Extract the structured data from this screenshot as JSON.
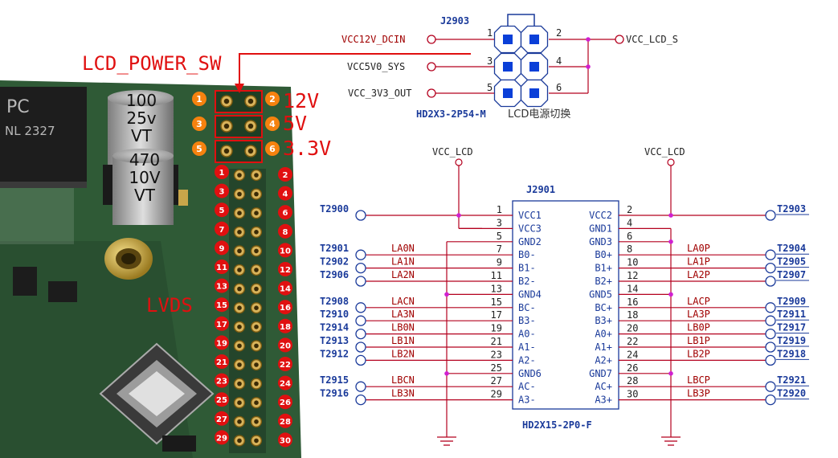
{
  "photo": {
    "power_sw_label": "LCD_POWER_SW",
    "lvds_label": "LVDS",
    "voltages": [
      "12V",
      "5V",
      "3.3V"
    ],
    "power_pins": [
      "1",
      "2",
      "3",
      "4",
      "5",
      "6"
    ],
    "cap1_text": [
      "100",
      "25v",
      "VT"
    ],
    "cap2_text": [
      "470",
      "10V",
      "VT"
    ],
    "chip_text": [
      "PC",
      "NL 2327"
    ],
    "lvds_left_pins": [
      "1",
      "3",
      "5",
      "7",
      "9",
      "11",
      "13",
      "15",
      "17",
      "19",
      "21",
      "23",
      "25",
      "27",
      "29"
    ],
    "lvds_right_pins": [
      "2",
      "4",
      "6",
      "8",
      "10",
      "12",
      "14",
      "16",
      "18",
      "20",
      "22",
      "24",
      "26",
      "28",
      "30"
    ]
  },
  "j2903": {
    "ref": "J2903",
    "part": "HD2X3-2P54-M",
    "desc": "LCD电源切换",
    "left_nets": [
      "VCC12V_DCIN",
      "VCC5V0_SYS",
      "VCC_3V3_OUT"
    ],
    "left_pins": [
      "1",
      "3",
      "5"
    ],
    "right_pins": [
      "2",
      "4",
      "6"
    ],
    "right_net": "VCC_LCD_S"
  },
  "j2901": {
    "ref": "J2901",
    "part": "HD2X15-2P0-F",
    "vcc_left": "VCC_LCD",
    "vcc_right": "VCC_LCD",
    "rows": [
      {
        "lp": "1",
        "ln": "VCC1",
        "rn": "VCC2",
        "rp": "2",
        "lnet": "",
        "ltp": "T2900",
        "rnet": "",
        "rtp": "T2903"
      },
      {
        "lp": "3",
        "ln": "VCC3",
        "rn": "GND1",
        "rp": "4",
        "lnet": "",
        "ltp": "",
        "rnet": "",
        "rtp": ""
      },
      {
        "lp": "5",
        "ln": "GND2",
        "rn": "GND3",
        "rp": "6",
        "lnet": "",
        "ltp": "",
        "rnet": "",
        "rtp": ""
      },
      {
        "lp": "7",
        "ln": "B0-",
        "rn": "B0+",
        "rp": "8",
        "lnet": "LA0N",
        "ltp": "T2901",
        "rnet": "LA0P",
        "rtp": "T2904"
      },
      {
        "lp": "9",
        "ln": "B1-",
        "rn": "B1+",
        "rp": "10",
        "lnet": "LA1N",
        "ltp": "T2902",
        "rnet": "LA1P",
        "rtp": "T2905"
      },
      {
        "lp": "11",
        "ln": "B2-",
        "rn": "B2+",
        "rp": "12",
        "lnet": "LA2N",
        "ltp": "T2906",
        "rnet": "LA2P",
        "rtp": "T2907"
      },
      {
        "lp": "13",
        "ln": "GND4",
        "rn": "GND5",
        "rp": "14",
        "lnet": "",
        "ltp": "",
        "rnet": "",
        "rtp": ""
      },
      {
        "lp": "15",
        "ln": "BC-",
        "rn": "BC+",
        "rp": "16",
        "lnet": "LACN",
        "ltp": "T2908",
        "rnet": "LACP",
        "rtp": "T2909"
      },
      {
        "lp": "17",
        "ln": "B3-",
        "rn": "B3+",
        "rp": "18",
        "lnet": "LA3N",
        "ltp": "T2910",
        "rnet": "LA3P",
        "rtp": "T2911"
      },
      {
        "lp": "19",
        "ln": "A0-",
        "rn": "A0+",
        "rp": "20",
        "lnet": "LB0N",
        "ltp": "T2914",
        "rnet": "LB0P",
        "rtp": "T2917"
      },
      {
        "lp": "21",
        "ln": "A1-",
        "rn": "A1+",
        "rp": "22",
        "lnet": "LB1N",
        "ltp": "T2913",
        "rnet": "LB1P",
        "rtp": "T2919"
      },
      {
        "lp": "23",
        "ln": "A2-",
        "rn": "A2+",
        "rp": "24",
        "lnet": "LB2N",
        "ltp": "T2912",
        "rnet": "LB2P",
        "rtp": "T2918"
      },
      {
        "lp": "25",
        "ln": "GND6",
        "rn": "GND7",
        "rp": "26",
        "lnet": "",
        "ltp": "",
        "rnet": "",
        "rtp": ""
      },
      {
        "lp": "27",
        "ln": "AC-",
        "rn": "AC+",
        "rp": "28",
        "lnet": "LBCN",
        "ltp": "T2915",
        "rnet": "LBCP",
        "rtp": "T2921"
      },
      {
        "lp": "29",
        "ln": "A3-",
        "rn": "A3+",
        "rp": "30",
        "lnet": "LB3N",
        "ltp": "T2916",
        "rnet": "LB3P",
        "rtp": "T2920"
      }
    ]
  },
  "colors": {
    "wire": "#b4001e",
    "pin_blue": "#1a3a9a",
    "net_red": "#a00000",
    "label_red": "#e01010",
    "pin_orange": "#f5820f",
    "pin_red": "#e01010",
    "pcb_green": "#2f5a36"
  }
}
